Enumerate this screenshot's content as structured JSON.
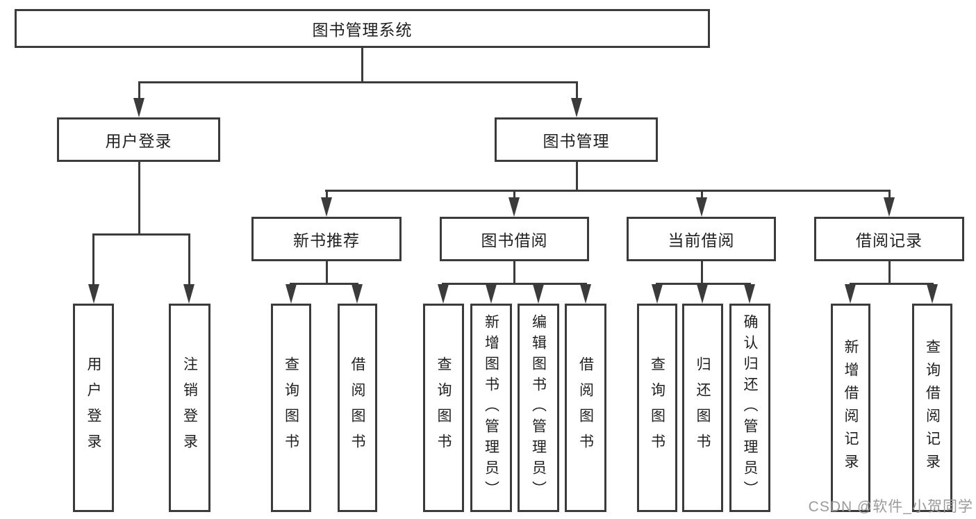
{
  "tree": {
    "label": "图书管理系统",
    "children": [
      {
        "label": "用户登录",
        "children": [
          {
            "label": "用户登录"
          },
          {
            "label": "注销登录"
          }
        ]
      },
      {
        "label": "图书管理",
        "children": [
          {
            "label": "新书推荐",
            "children": [
              {
                "label": "查询图书"
              },
              {
                "label": "借阅图书"
              }
            ]
          },
          {
            "label": "图书借阅",
            "children": [
              {
                "label": "查询图书"
              },
              {
                "label": "新增图书（管理员）"
              },
              {
                "label": "编辑图书（管理员）"
              },
              {
                "label": "借阅图书"
              }
            ]
          },
          {
            "label": "当前借阅",
            "children": [
              {
                "label": "查询图书"
              },
              {
                "label": "归还图书"
              },
              {
                "label": "确认归还（管理员）"
              }
            ]
          },
          {
            "label": "借阅记录",
            "children": [
              {
                "label": "新增借阅记录"
              },
              {
                "label": "查询借阅记录"
              }
            ]
          }
        ]
      }
    ]
  },
  "watermark": {
    "text": "CSDN @软件_小贺同学"
  },
  "colors": {
    "line": "#3b3b3b",
    "text": "#1f1f1f",
    "watermark": "#9a9a9a",
    "background": "#ffffff"
  }
}
